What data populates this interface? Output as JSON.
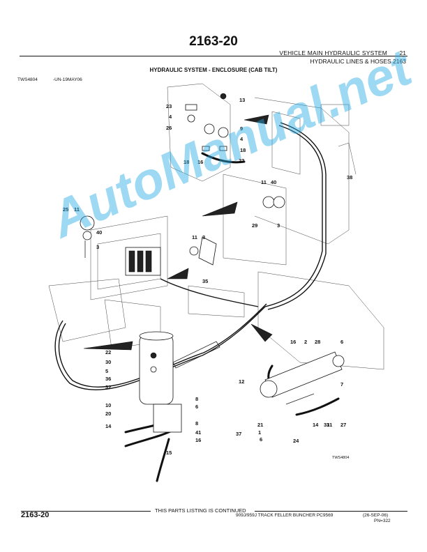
{
  "header": {
    "page_number": "2163-20",
    "section": "VEHICLE MAIN HYDRAULIC SYSTEM",
    "section_number": "21",
    "group": "HYDRAULIC LINES & HOSES 2163"
  },
  "figure": {
    "title": "HYDRAULIC SYSTEM - ENCLOSURE (CAB TILT)",
    "id": "TWS4804",
    "date": "-UN-19MAY06",
    "inner_id": "TWS4804",
    "callouts": [
      "13",
      "23",
      "4",
      "26",
      "9",
      "4",
      "18",
      "18",
      "16",
      "22",
      "38",
      "11",
      "40",
      "25",
      "11",
      "40",
      "3",
      "29",
      "3",
      "11",
      "3",
      "35",
      "22",
      "30",
      "5",
      "36",
      "32",
      "8",
      "6",
      "10",
      "20",
      "8",
      "14",
      "41",
      "16",
      "15",
      "16",
      "2",
      "28",
      "6",
      "12",
      "7",
      "21",
      "31",
      "37",
      "6",
      "24",
      "1",
      "14",
      "31",
      "27"
    ]
  },
  "watermark": "AutoManual.net",
  "footer": {
    "note": "THIS PARTS LISTING IS CONTINUED",
    "page_number": "2163-20",
    "title": "909J/959J TRACK FELLER BUNCHER   PC9569",
    "date": "(26-SEP-06)",
    "pn": "PN=322"
  }
}
